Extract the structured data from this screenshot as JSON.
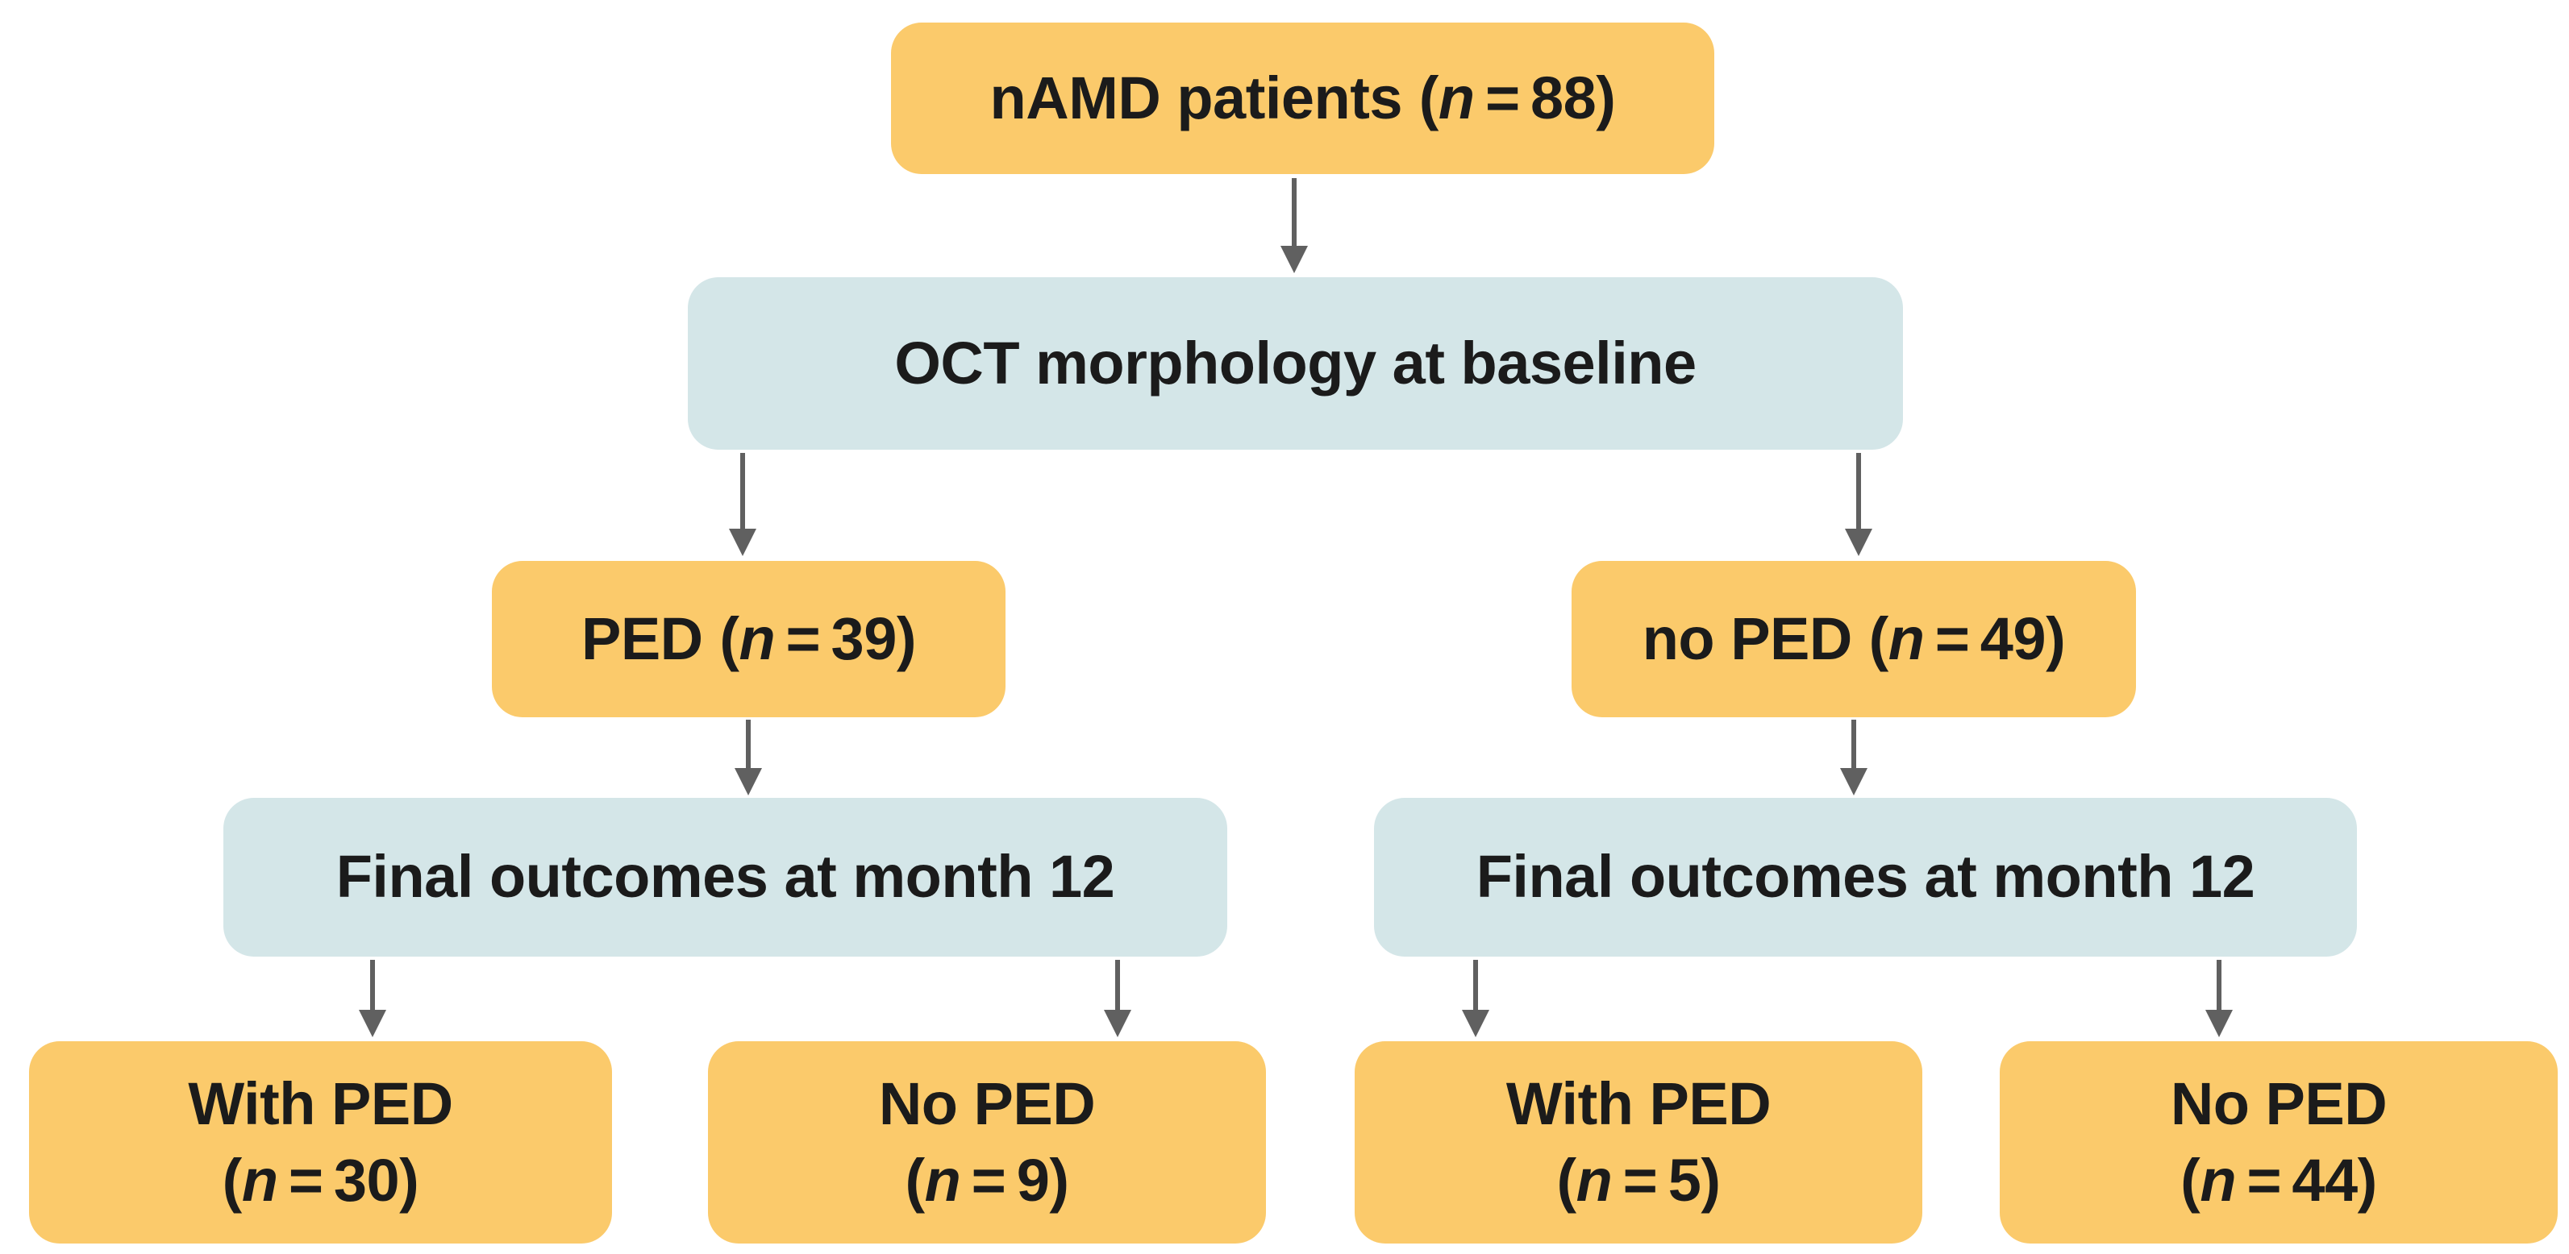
{
  "figure": {
    "type": "patient-flow-diagram",
    "background": "#ffffff",
    "colors": {
      "node_orange": "#fbca6b",
      "node_blue": "#d4e6e8",
      "arrow": "#606060",
      "text": "#1b1b1b"
    },
    "symbols": {
      "open_paren": "(",
      "n": "n",
      "equals": "=",
      "close_paren": ")"
    },
    "nodes": {
      "root": {
        "label": "nAMD patients",
        "count": "88"
      },
      "oct_baseline": {
        "label": "OCT morphology at baseline"
      },
      "ped": {
        "label": "PED",
        "count": "39"
      },
      "no_ped": {
        "label": "no PED",
        "count": "49"
      },
      "final_left": {
        "label": "Final outcomes at month 12"
      },
      "final_right": {
        "label": "Final outcomes at month 12"
      },
      "left_with_ped": {
        "label": "With PED",
        "count": "30"
      },
      "left_no_ped": {
        "label": "No PED",
        "count": "9"
      },
      "right_with_ped": {
        "label": "With PED",
        "count": "5"
      },
      "right_no_ped": {
        "label": "No PED",
        "count": "44"
      }
    }
  }
}
